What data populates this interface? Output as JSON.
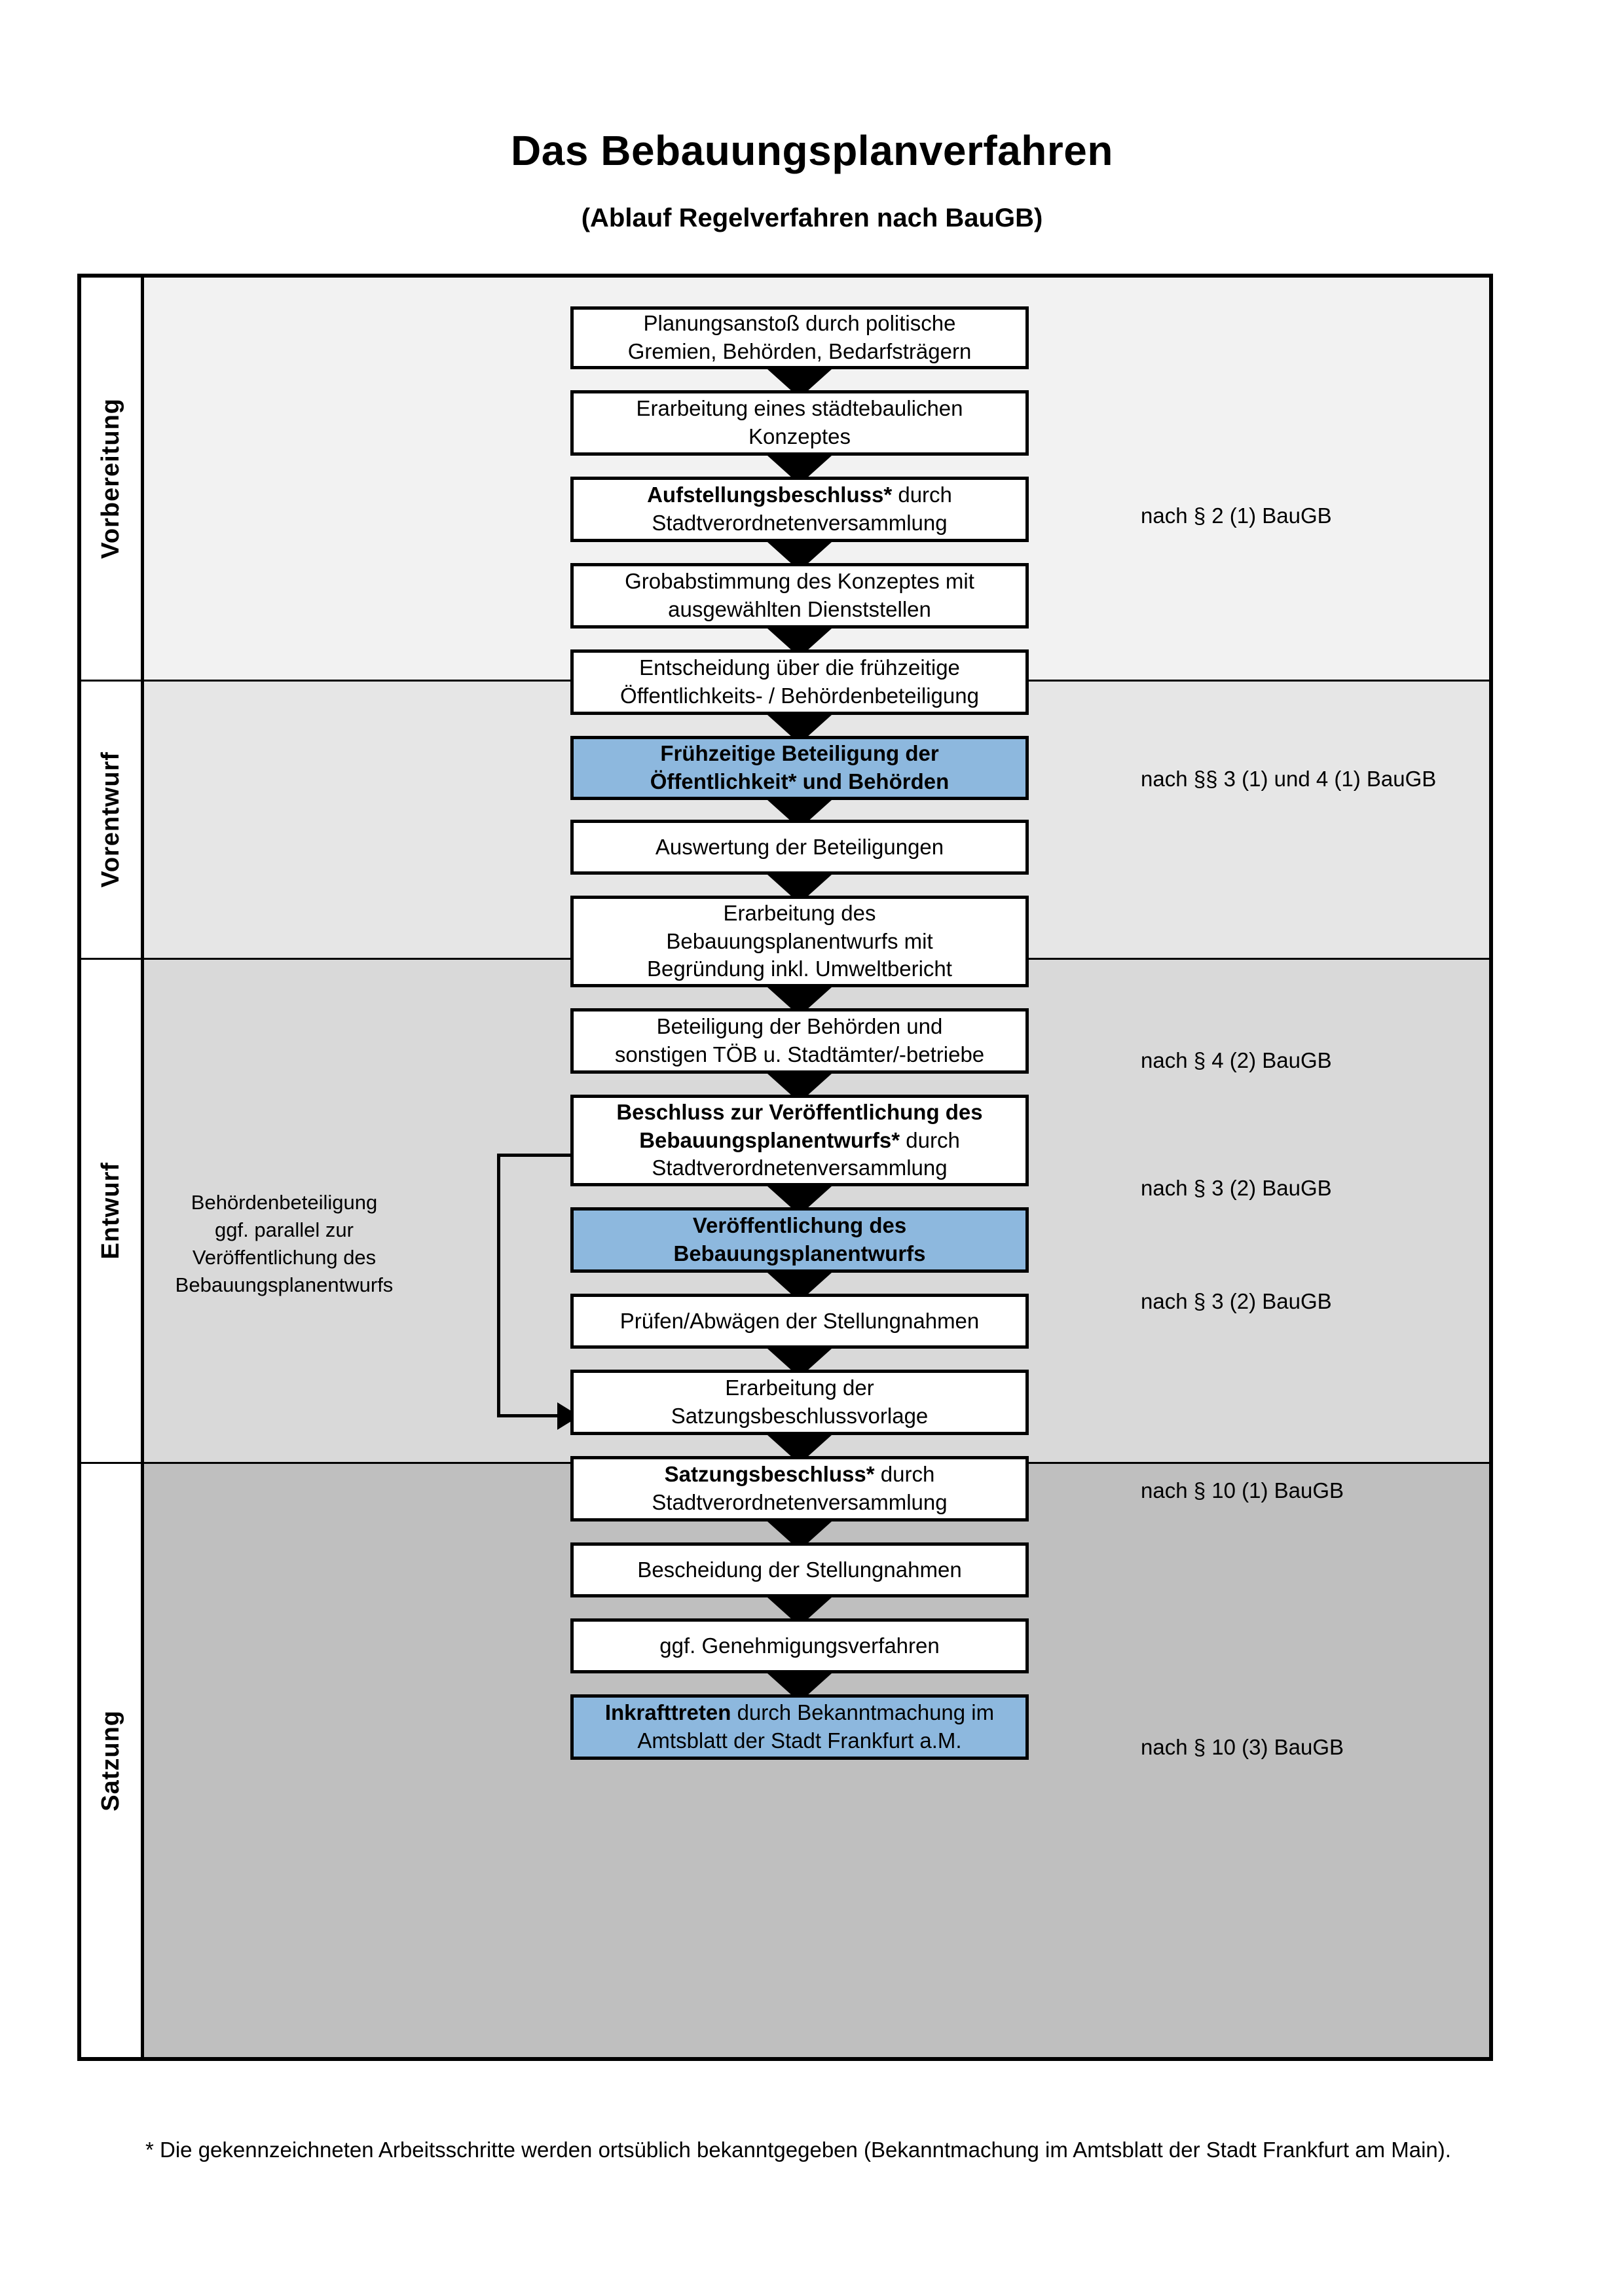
{
  "header": {
    "title": "Das Bebauungsplanverfahren",
    "subtitle": "(Ablauf Regelverfahren nach BauGB)"
  },
  "phases": [
    {
      "id": "vorbereitung",
      "label": "Vorbereitung",
      "band_color": "#F2F2F2"
    },
    {
      "id": "vorentwurf",
      "label": "Vorentwurf",
      "band_color": "#E6E6E6"
    },
    {
      "id": "entwurf",
      "label": "Entwurf",
      "band_color": "#D9D9D9"
    },
    {
      "id": "satzung",
      "label": "Satzung",
      "band_color": "#BFBFBF"
    }
  ],
  "steps": [
    {
      "id": "planungsanstoss",
      "phase": "vorbereitung",
      "lines": [
        "Planungsanstoß durch politische",
        "Gremien, Behörden, Bedarfsträgern"
      ],
      "bold_prefix": "",
      "highlight": false
    },
    {
      "id": "staedtebauliches-konzept",
      "phase": "vorbereitung",
      "lines": [
        "Erarbeitung eines städtebaulichen",
        "Konzeptes"
      ],
      "bold_prefix": "",
      "highlight": false
    },
    {
      "id": "aufstellungsbeschluss",
      "phase": "vorbereitung",
      "lines": [
        "Aufstellungsbeschluss* durch",
        "Stadtverordnetenversammlung"
      ],
      "bold_prefix": "Aufstellungsbeschluss*",
      "highlight": false
    },
    {
      "id": "grobabstimmung",
      "phase": "vorentwurf",
      "lines": [
        "Grobabstimmung des Konzeptes mit",
        "ausgewählten Dienststellen"
      ],
      "bold_prefix": "",
      "highlight": false
    },
    {
      "id": "entscheidung-fruehzeitige",
      "phase": "vorentwurf",
      "lines": [
        "Entscheidung über die frühzeitige",
        "Öffentlichkeits- / Behördenbeteiligung"
      ],
      "bold_prefix": "",
      "highlight": false
    },
    {
      "id": "fruehzeitige-beteiligung",
      "phase": "vorentwurf",
      "lines": [
        "Frühzeitige Beteiligung der",
        "Öffentlichkeit* und Behörden"
      ],
      "bold_prefix": "ALL",
      "highlight": true
    },
    {
      "id": "auswertung-beteiligungen",
      "phase": "entwurf",
      "lines": [
        "Auswertung der Beteiligungen"
      ],
      "bold_prefix": "",
      "highlight": false
    },
    {
      "id": "erarbeitung-bebauungsplanentwurf",
      "phase": "entwurf",
      "lines": [
        "Erarbeitung des",
        "Bebauungsplanentwurfs mit",
        "Begründung inkl. Umweltbericht"
      ],
      "bold_prefix": "",
      "highlight": false
    },
    {
      "id": "beteiligung-behoerden-toeb",
      "phase": "entwurf",
      "lines": [
        "Beteiligung der Behörden und",
        "sonstigen TÖB u. Stadtämter/-betriebe"
      ],
      "bold_prefix": "",
      "highlight": false
    },
    {
      "id": "beschluss-veroeffentlichung",
      "phase": "entwurf",
      "lines": [
        "Beschluss zur Veröffentlichung des",
        "Bebauungsplanentwurfs* durch",
        "Stadtverordnetenversammlung"
      ],
      "bold_prefix": "Beschluss zur Veröffentlichung des Bebauungsplanentwurfs*",
      "highlight": false
    },
    {
      "id": "veroeffentlichung-entwurf",
      "phase": "entwurf",
      "lines": [
        "Veröffentlichung des",
        "Bebauungsplanentwurfs"
      ],
      "bold_prefix": "ALL",
      "highlight": true
    },
    {
      "id": "pruefen-abwaegen",
      "phase": "satzung",
      "lines": [
        "Prüfen/Abwägen der Stellungnahmen"
      ],
      "bold_prefix": "",
      "highlight": false
    },
    {
      "id": "erarbeitung-satzungsvorlage",
      "phase": "satzung",
      "lines": [
        "Erarbeitung der",
        "Satzungsbeschlussvorlage"
      ],
      "bold_prefix": "",
      "highlight": false
    },
    {
      "id": "satzungsbeschluss",
      "phase": "satzung",
      "lines": [
        "Satzungsbeschluss* durch",
        "Stadtverordnetenversammlung"
      ],
      "bold_prefix": "Satzungsbeschluss*",
      "highlight": false
    },
    {
      "id": "bescheidung-stellungnahmen",
      "phase": "satzung",
      "lines": [
        "Bescheidung der Stellungnahmen"
      ],
      "bold_prefix": "",
      "highlight": false
    },
    {
      "id": "genehmigungsverfahren",
      "phase": "satzung",
      "lines": [
        "ggf. Genehmigungsverfahren"
      ],
      "bold_prefix": "",
      "highlight": false
    },
    {
      "id": "inkrafttreten",
      "phase": "satzung",
      "lines": [
        "Inkrafttreten durch Bekanntmachung",
        "im Amtsblatt der Stadt Frankfurt a.M."
      ],
      "bold_prefix": "Inkrafttreten",
      "highlight": true
    }
  ],
  "annotations": [
    {
      "id": "anno-par2-1",
      "text": "nach § 2 (1) BauGB",
      "for_step": "aufstellungsbeschluss"
    },
    {
      "id": "anno-par3-4-1",
      "text": "nach §§ 3 (1) und 4 (1) BauGB",
      "for_step": "fruehzeitige-beteiligung"
    },
    {
      "id": "anno-par4-2",
      "text": "nach § 4 (2) BauGB",
      "for_step": "beteiligung-behoerden-toeb"
    },
    {
      "id": "anno-par3-2a",
      "text": "nach § 3 (2) BauGB",
      "for_step": "beschluss-veroeffentlichung"
    },
    {
      "id": "anno-par3-2b",
      "text": "nach § 3 (2) BauGB",
      "for_step": "veroeffentlichung-entwurf"
    },
    {
      "id": "anno-par10-1",
      "text": "nach § 10 (1) BauGB",
      "for_step": "satzungsbeschluss"
    },
    {
      "id": "anno-par10-3",
      "text": "nach § 10 (3) BauGB",
      "for_step": "inkrafttreten"
    }
  ],
  "sidenote": {
    "text": "Behördenbeteiligung\nggf. parallel zur\nVeröffentlichung des\nBebauungsplanentwurfs"
  },
  "footnote": {
    "text": "* Die gekennzeichneten Arbeitsschritte werden ortsüblich bekanntgegeben (Bekanntmachung im Amtsblatt  der Stadt Frankfurt am Main)."
  },
  "colors": {
    "highlight_fill": "#8DB8DE",
    "box_fill": "#FFFFFF",
    "stroke": "#000000"
  }
}
